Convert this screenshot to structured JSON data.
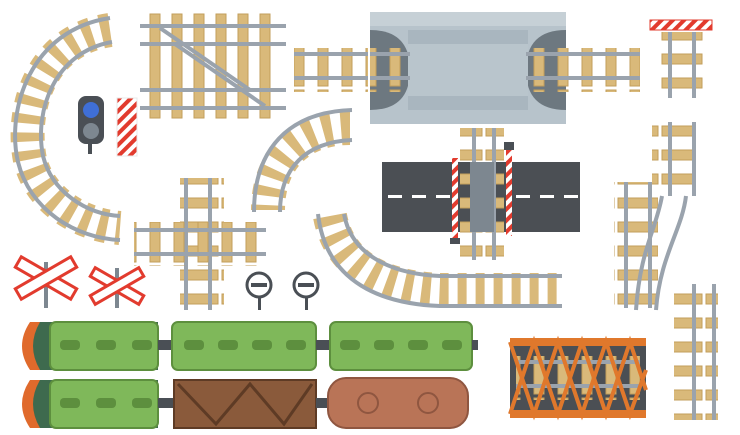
{
  "scene": {
    "title": ""
  },
  "colors": {
    "background": "#ffffff",
    "rail": "#9aa3ad",
    "rail_edge": "#7d8790",
    "sleeper": "#d9b97a",
    "sleeper_edge": "#c29e5b",
    "asphalt": "#4b4f54",
    "road_marking": "#ffffff",
    "tunnel": "#a9b6bf",
    "tunnel_dark": "#6d7880",
    "signal_dark": "#4a4f55",
    "signal_light": "#3f6fd6",
    "warning_red": "#e23b2e",
    "train_green": "#7fb85a",
    "train_green_dark": "#5d8f3e",
    "train_cab_dark": "#3e6a4e",
    "train_orange": "#e06a2c",
    "freight_brown": "#8a5a3b",
    "tank_brown": "#b97457",
    "bridge_orange": "#e0782c"
  },
  "items": [
    "curved-track",
    "switch-track",
    "straight-track",
    "tunnel",
    "barrier",
    "traffic-signal",
    "striped-post",
    "cross-track",
    "railroad-crossing",
    "crossbuck-sign",
    "round-sign",
    "locomotive",
    "passenger-car",
    "freight-car",
    "tank-car",
    "bridge"
  ]
}
